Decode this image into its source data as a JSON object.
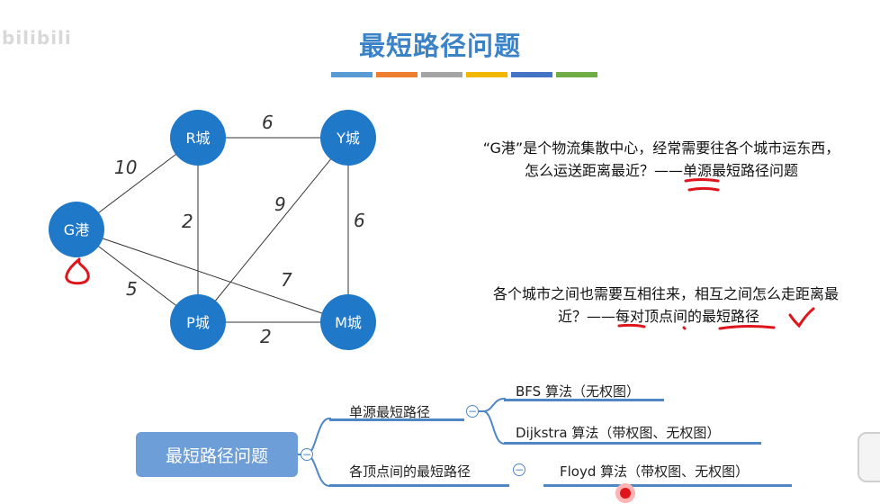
{
  "watermark": "bilibili",
  "slide": {
    "title": "最短路径问题",
    "color_bar": [
      "#5b9bd5",
      "#ed7d31",
      "#a5a5a5",
      "#f2b700",
      "#4472c4",
      "#70ad47"
    ]
  },
  "graph": {
    "nodes": [
      {
        "id": "G",
        "label": "G港"
      },
      {
        "id": "R",
        "label": "R城"
      },
      {
        "id": "Y",
        "label": "Y城"
      },
      {
        "id": "P",
        "label": "P城"
      },
      {
        "id": "M",
        "label": "M城"
      }
    ],
    "edges": [
      {
        "from": "R",
        "to": "Y",
        "weight": "6"
      },
      {
        "from": "G",
        "to": "R",
        "weight": "10"
      },
      {
        "from": "R",
        "to": "P",
        "weight": "2"
      },
      {
        "from": "P",
        "to": "Y",
        "weight": "9"
      },
      {
        "from": "Y",
        "to": "M",
        "weight": "6"
      },
      {
        "from": "G",
        "to": "M",
        "weight": "7"
      },
      {
        "from": "G",
        "to": "P",
        "weight": "5"
      },
      {
        "from": "P",
        "to": "M",
        "weight": "2"
      }
    ]
  },
  "desc1": {
    "line1": "“G港”是个物流集散中心，经常需要往各个城市运东西，",
    "line2_prefix": "怎么运送距离最近？——",
    "line2_highlight": "单源最短路径问题"
  },
  "desc2": {
    "line1": "各个城市之间也需要互相往来，相互之间怎么走距离最",
    "line2_prefix": "近？——",
    "line2_highlight": "每对顶点间的最短路径"
  },
  "mindmap": {
    "root": "最短路径问题",
    "branch1": "单源最短路径",
    "leaf1": "BFS 算法（无权图）",
    "leaf2": "Dijkstra 算法（带权图、无权图）",
    "branch2": "各顶点间的最短路径",
    "leaf3": "Floyd 算法（带权图、无权图）",
    "collapse_symbol": "⊖"
  },
  "colors": {
    "title": "#3b83c6",
    "node": "#1f78c8",
    "annotation": "#e0141c",
    "mindmap_line": "#4f86c6",
    "mindmap_root": "#6d9ed8"
  }
}
